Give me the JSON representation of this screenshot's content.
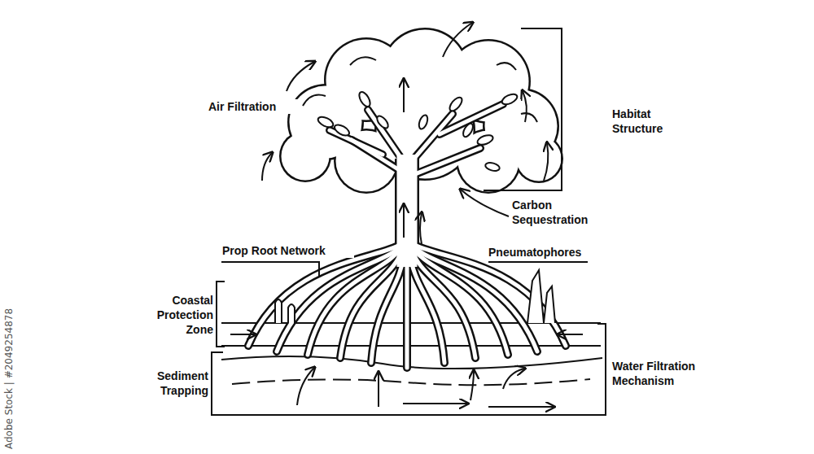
{
  "diagram": {
    "labels": [
      "Air Filtration",
      "Habitat Structure",
      "Carbon Sequestration",
      "Prop Root Network",
      "Pneumatophores",
      "Coastal Protection Zone",
      "Sediment Trapping",
      "Water Filtration Mechanism",
      "Adobe Stock | #2049254878"
    ]
  }
}
